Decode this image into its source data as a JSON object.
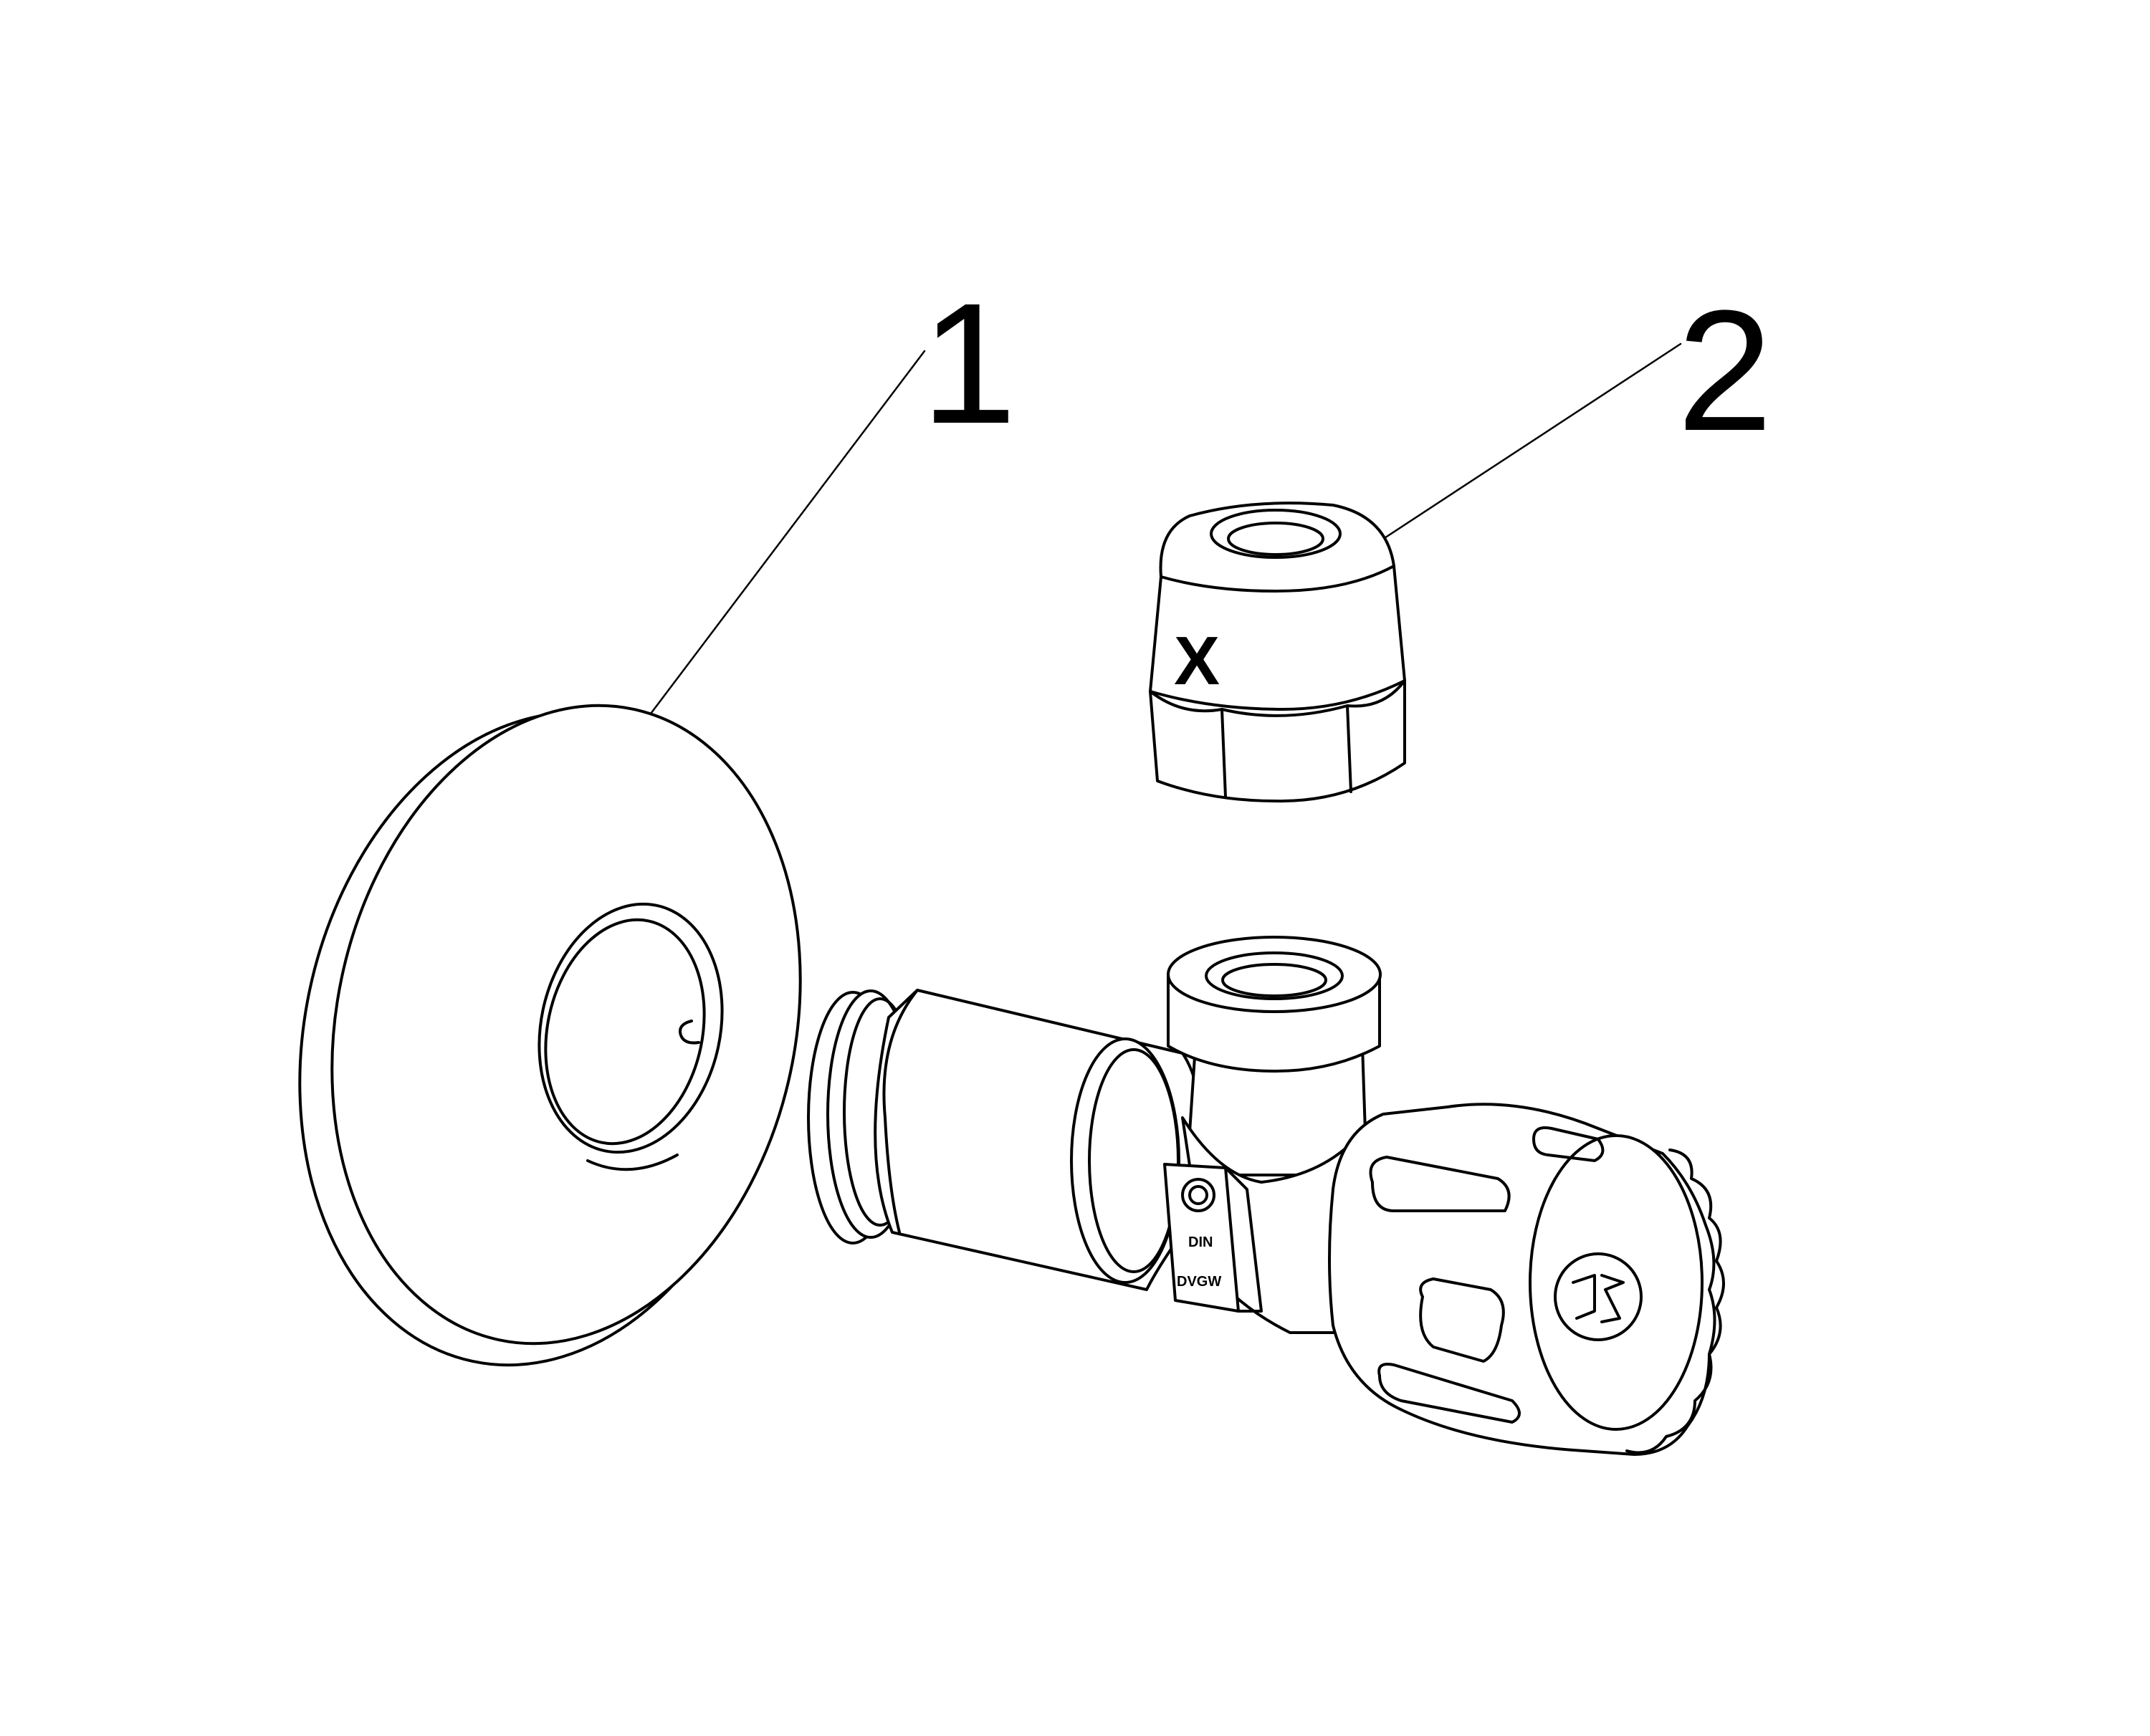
{
  "callouts": {
    "one": {
      "label": "1"
    },
    "two": {
      "label": "2"
    }
  },
  "markings": {
    "nut_mark": "X",
    "valve_plate_line1": "DIN",
    "valve_plate_line2": "DVGW"
  },
  "colors": {
    "line": "#000000",
    "background": "#ffffff"
  }
}
